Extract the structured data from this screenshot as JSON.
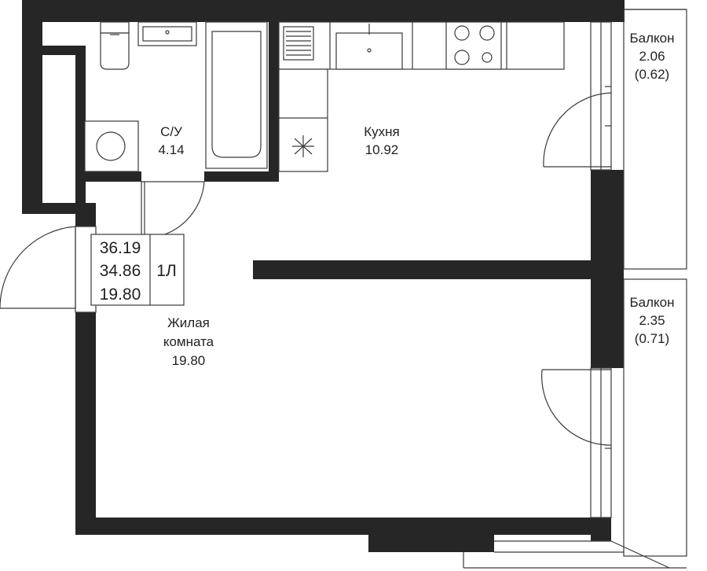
{
  "rooms": {
    "bathroom": {
      "name": "С/У",
      "area": "4.14"
    },
    "kitchen": {
      "name": "Кухня",
      "area": "10.92"
    },
    "balcony_top": {
      "name": "Балкон",
      "area": "2.06",
      "area_alt": "(0.62)"
    },
    "balcony_bottom": {
      "name": "Балкон",
      "area": "2.35",
      "area_alt": "(0.71)"
    },
    "living": {
      "name_line1": "Жилая",
      "name_line2": "комната",
      "area": "19.80"
    }
  },
  "summary": {
    "total_area": "36.19",
    "area_without_balcony": "34.86",
    "living_area": "19.80",
    "type": "1Л"
  },
  "colors": {
    "wall": "#262626",
    "line": "#3a3a3a",
    "text": "#222222"
  }
}
